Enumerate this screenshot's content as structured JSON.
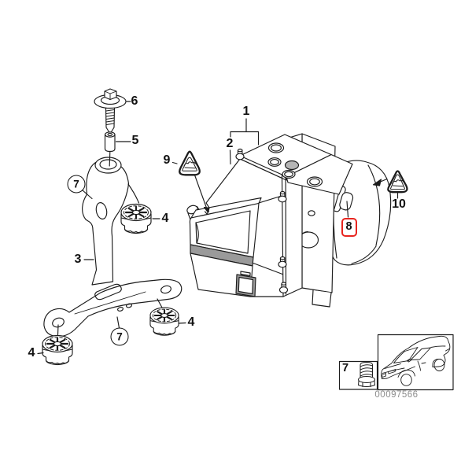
{
  "diagram": {
    "type": "exploded-parts-diagram",
    "callouts": [
      {
        "label": "1",
        "style": "plain"
      },
      {
        "label": "2",
        "style": "plain"
      },
      {
        "label": "3",
        "style": "plain"
      },
      {
        "label": "4",
        "style": "plain"
      },
      {
        "label": "4",
        "style": "plain"
      },
      {
        "label": "4",
        "style": "plain"
      },
      {
        "label": "5",
        "style": "plain"
      },
      {
        "label": "6",
        "style": "plain"
      },
      {
        "label": "7",
        "style": "circled"
      },
      {
        "label": "7",
        "style": "circled"
      },
      {
        "label": "8",
        "style": "red-boxed"
      },
      {
        "label": "9",
        "style": "plain"
      },
      {
        "label": "10",
        "style": "plain"
      }
    ],
    "highlighted_part": "8",
    "icons": {
      "caution_triangles": "warning-triangle-icon",
      "vehicle_thumbnail": "car-icon",
      "legend_fastener": "screw-icon"
    },
    "colors": {
      "line": "#1c1c1c",
      "highlight_red": "#e8251f",
      "shade_gray": "#9a9a9a",
      "code_gray": "#8c8c8c",
      "background": "#ffffff"
    },
    "legend": {
      "part_ref": "7",
      "image_code": "00097566"
    }
  }
}
